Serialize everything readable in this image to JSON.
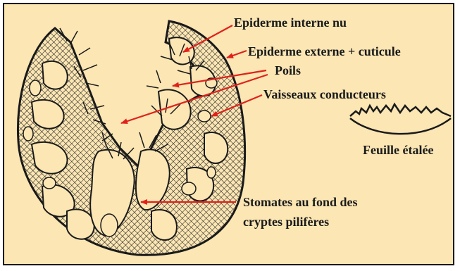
{
  "labels": {
    "epiderme_interne": "Epiderme interne nu",
    "epiderme_externe": "Epiderme externe + cuticule",
    "poils": "Poils",
    "vaisseaux": "Vaisseaux conducteurs",
    "feuille": "Feuille étalée",
    "stomates_line1": "Stomates au fond des",
    "stomates_line2": "cryptes pilifères"
  },
  "colors": {
    "background": "#fbe6b4",
    "arrow": "#e0221b",
    "ink": "#1a1a1a"
  }
}
